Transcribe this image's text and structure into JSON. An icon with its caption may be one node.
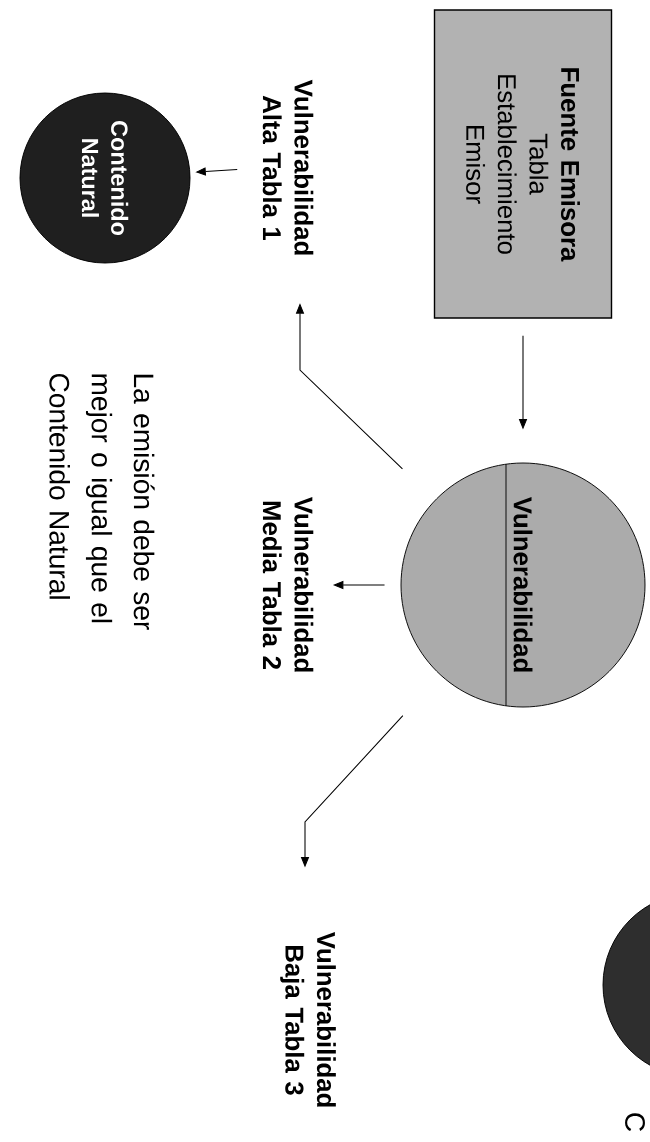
{
  "diagram": {
    "nodes": [
      {
        "text": [
          "Fuente Emisora",
          "Tabla Establecimiento Emisor"
        ]
      },
      {
        "text": [
          "Vulnerabilidad"
        ]
      },
      {
        "text": [
          "Vulnerabilidad Alta Tabla 1"
        ]
      },
      {
        "text": [
          "Vulnerabilidad Media Tabla 2"
        ]
      },
      {
        "text": [
          "Vulnerabilidad Baja Tabla 3"
        ]
      },
      {
        "text": [
          "Contenido Natural"
        ],
        "beside": [
          "La emisión debe ser mejor o igual que el Contenido Natural"
        ]
      },
      {
        "text": [],
        "shape": "circle",
        "beside": [
          "C"
        ]
      }
    ],
    "edges": [
      {
        "from": 0,
        "to": 1,
        "arrow": "to"
      },
      {
        "from": 1,
        "to": 2,
        "arrow": "to"
      },
      {
        "from": 1,
        "to": 3,
        "arrow": "to"
      },
      {
        "from": 2,
        "to": 5,
        "arrow": "to"
      },
      {
        "from": 1,
        "to": 4,
        "arrow": "to"
      }
    ]
  }
}
